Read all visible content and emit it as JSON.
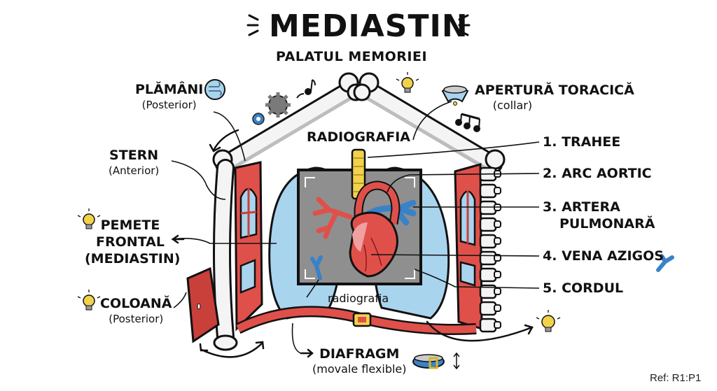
{
  "title": "MEDIASTIN",
  "subtitle": "PALATUL MEMORIEI",
  "center_label": "RADIOGRAFIA",
  "xray_label": "radiografia",
  "left_labels": [
    {
      "name": "PLĂMÂNI",
      "note": "(Posterior)",
      "icon": "wind-icon"
    },
    {
      "name": "STERN",
      "note": "(Anterior)"
    },
    {
      "name": "PEMETE\nFRONTAL",
      "line1": "PEMETE",
      "line2": "FRONTAL",
      "note": "(MEDIASTIN)",
      "icon": "lightbulb-icon"
    },
    {
      "name": "COLOANĂ",
      "note": "(Posterior)",
      "icon": "lightbulb-icon"
    }
  ],
  "top_right_label": {
    "name": "APERTURĂ TORACICĂ",
    "note": "(collar)",
    "icon": "collar-icon"
  },
  "numbered_labels": [
    {
      "num": "1.",
      "name": "TRAHEE"
    },
    {
      "num": "2.",
      "name": "ARC AORTIC"
    },
    {
      "num": "3.",
      "name": "ARTERA",
      "name2": "PULMONARĂ"
    },
    {
      "num": "4.",
      "name": "VENA AZIGOS",
      "icon": "azygos-vein-icon"
    },
    {
      "num": "5.",
      "name": "CORDUL"
    }
  ],
  "bottom_label": {
    "name": "DIAFRAGM",
    "note": "(movale flexible)",
    "icon": "belt-icon"
  },
  "ref": "Ref: R1:P1",
  "colors": {
    "red": "#e0504a",
    "dark_red": "#c9403a",
    "blue": "#3a82c8",
    "light_blue": "#a9d4ee",
    "yellow": "#f2d24a",
    "gray": "#8f8f8f",
    "bone": "#f4f4f4",
    "bone_shadow": "#bdbdbd"
  }
}
